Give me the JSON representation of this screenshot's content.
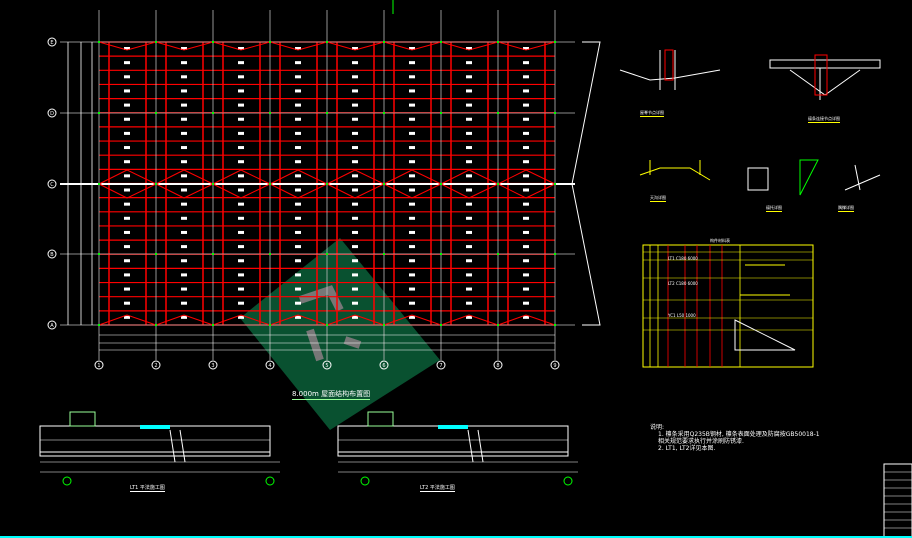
{
  "plan": {
    "title": "8.000m 屋面结构布置图",
    "row_axes": [
      "E",
      "D",
      "C",
      "B",
      "A"
    ],
    "col_axes": [
      "1",
      "2",
      "3",
      "4",
      "5",
      "6",
      "7",
      "8",
      "9"
    ]
  },
  "sections": [
    {
      "title": "LT1 平法施工图"
    },
    {
      "title": "LT2 平法施工图"
    }
  ],
  "details": [
    {
      "title": "屋脊节点详图"
    },
    {
      "title": "檩条连接节点详图"
    },
    {
      "title": "天沟详图"
    },
    {
      "title": "檩托详图"
    },
    {
      "title": "隅撑详图"
    }
  ],
  "table": {
    "title": "构件材料表",
    "rows": [
      {
        "name": "LT1",
        "spec": "C180",
        "len": "6000"
      },
      {
        "name": "LT2",
        "spec": "C180",
        "len": "6000"
      },
      {
        "name": "YC1",
        "spec": "L50",
        "len": "1000"
      }
    ]
  },
  "notes": {
    "heading": "说明:",
    "lines": [
      "1. 檩条采用Q235B钢材, 檩条表面处理及防腐按GB50018-1",
      "   相关规范要求执行并涂刷防锈漆.",
      "2. LT1, LT2详见本图."
    ]
  },
  "colors": {
    "red": "#ff0000",
    "white": "#ffffff",
    "green": "#00ff00",
    "watermark": "#0a5a35",
    "cyan": "#00ffff"
  }
}
